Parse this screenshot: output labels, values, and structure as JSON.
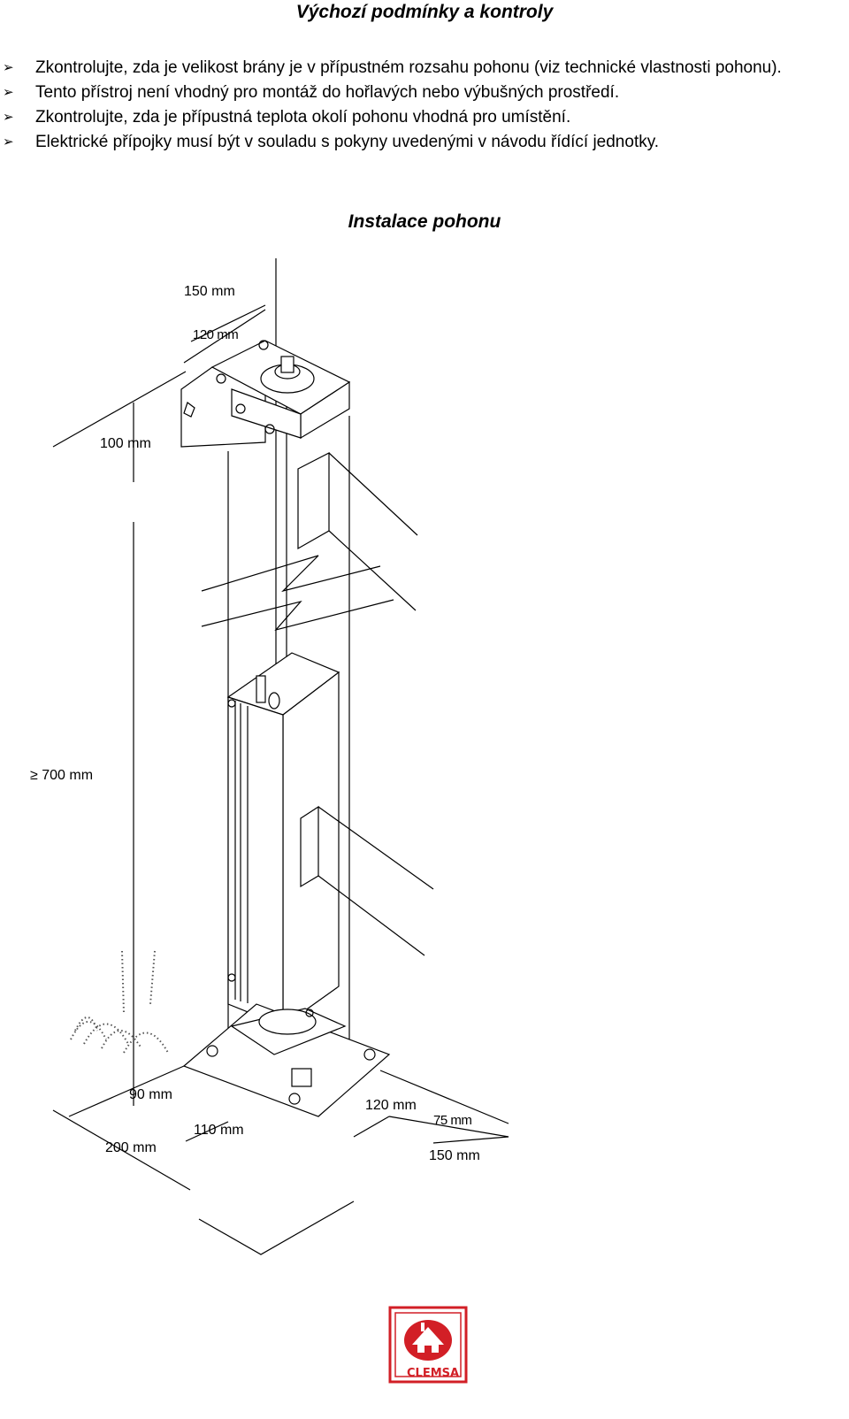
{
  "section_title": "Výchozí podmínky a kontroly",
  "bullet_icon": "arrowhead-bullet-icon",
  "bullets": [
    "Zkontrolujte, zda je velikost brány je v přípustném rozsahu pohonu (viz technické vlastnosti pohonu).",
    "Tento přístroj není vhodný pro montáž do hořlavých nebo výbušných prostředí.",
    "Zkontrolujte, zda je přípustná teplota okolí pohonu vhodná pro umístění.",
    "Elektrické přípojky musí být v souladu s pokyny uvedenými v návodu řídící jednotky."
  ],
  "install_title": "Instalace pohonu",
  "diagram": {
    "dimensions": {
      "top_width": "150 mm",
      "top_offset": "120 mm",
      "top_depth": "100 mm",
      "height_min": "≥ 700 mm",
      "base_depth": "90 mm",
      "base_width": "200 mm",
      "base_offset": "110 mm",
      "right_offset": "120 mm",
      "right_depth": "75 mm",
      "right_width": "150 mm"
    }
  },
  "logo": {
    "text": "CLEMSA",
    "color": "#d21f26"
  }
}
